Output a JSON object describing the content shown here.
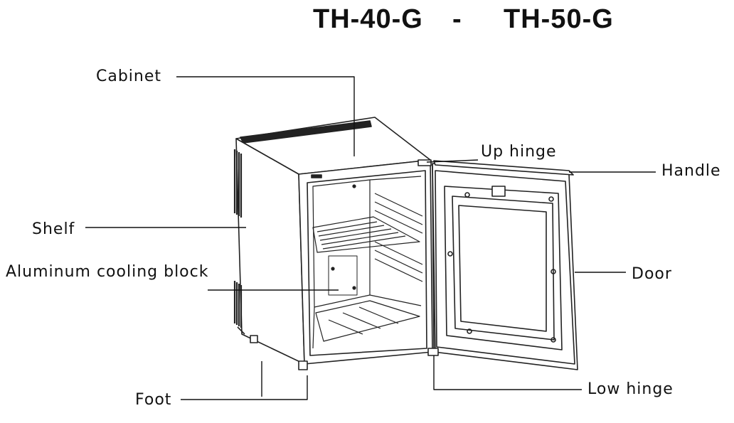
{
  "title": {
    "left": "TH-40-G",
    "sep": "-",
    "right": "TH-50-G"
  },
  "labels": {
    "cabinet": "Cabinet",
    "up_hinge": "Up hinge",
    "handle": "Handle",
    "shelf": "Shelf",
    "cooling_block": "Aluminum cooling block",
    "door": "Door",
    "foot": "Foot",
    "low_hinge": "Low hinge"
  }
}
